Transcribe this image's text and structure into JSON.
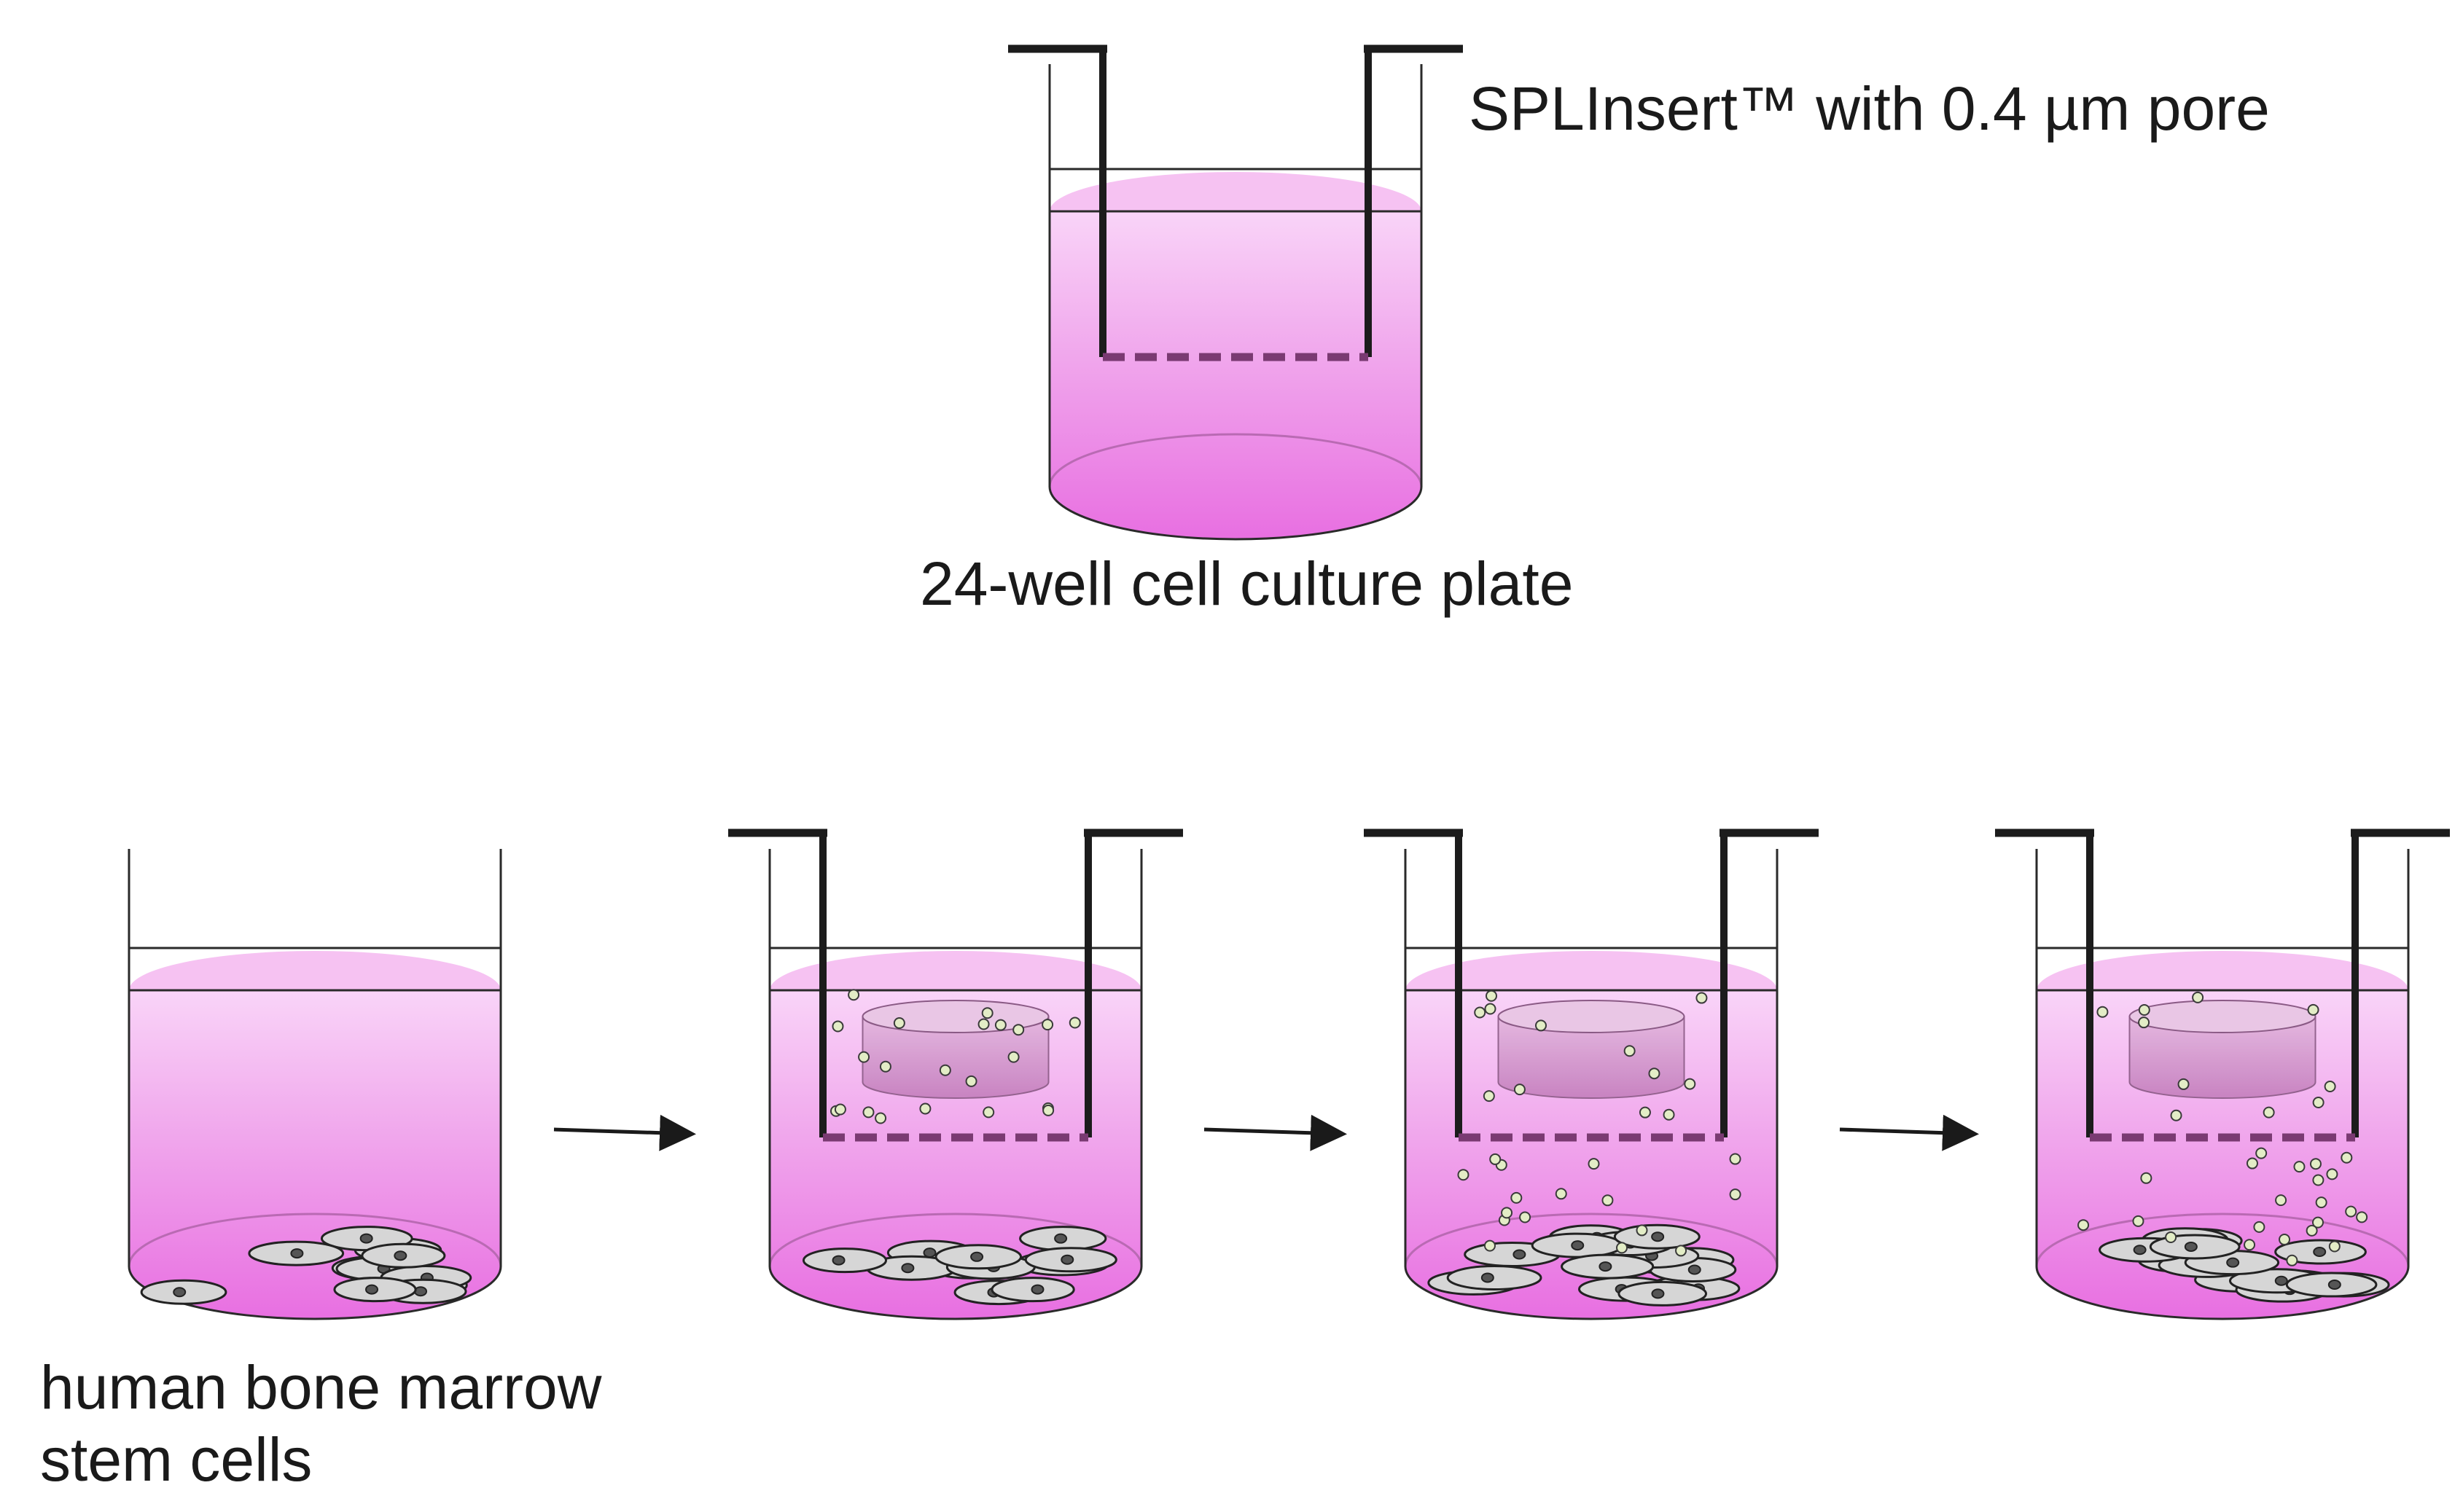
{
  "labels": {
    "insert": "SPLInsert™ with 0.4 µm pore",
    "plate": "24-well cell culture plate",
    "cells_line1": "human bone marrow",
    "cells_line2": "stem cells"
  },
  "colors": {
    "medium_light": "#f9d4f8",
    "medium_dark": "#e86fe1",
    "insert_wall": "#1c1c1c",
    "membrane": "#7a3a72",
    "well_outline": "#2a2a2a",
    "cell_fill": "#d6d6d6",
    "nucleus": "#555555",
    "vesicle": "#e3edc6",
    "scaffold": "#c47fbd"
  },
  "steps": [
    {
      "name": "bmsc-only",
      "insert": false,
      "scaffold": false,
      "stage": 0
    },
    {
      "name": "insert-with-scaffold",
      "insert": true,
      "scaffold": true,
      "stage": 1
    },
    {
      "name": "particle-release",
      "insert": true,
      "scaffold": true,
      "stage": 2
    },
    {
      "name": "particle-uptake",
      "insert": true,
      "scaffold": true,
      "stage": 3
    }
  ]
}
